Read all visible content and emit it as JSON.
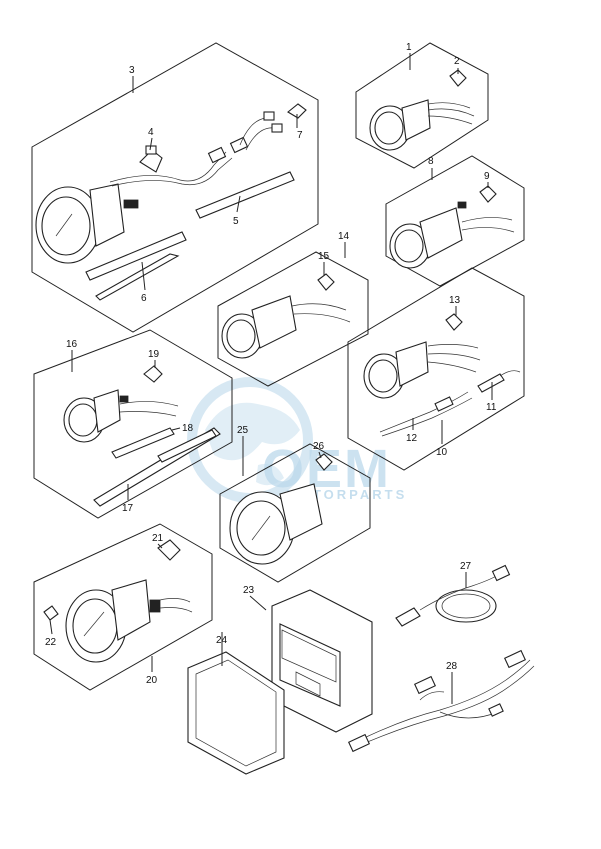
{
  "watermark": {
    "main": "OEM",
    "sub": "MOTORPARTS"
  },
  "callouts": [
    "1",
    "2",
    "3",
    "4",
    "5",
    "6",
    "7",
    "8",
    "9",
    "10",
    "11",
    "12",
    "13",
    "14",
    "15",
    "16",
    "17",
    "18",
    "19",
    "20",
    "21",
    "22",
    "23",
    "24",
    "25",
    "26",
    "27",
    "28"
  ]
}
